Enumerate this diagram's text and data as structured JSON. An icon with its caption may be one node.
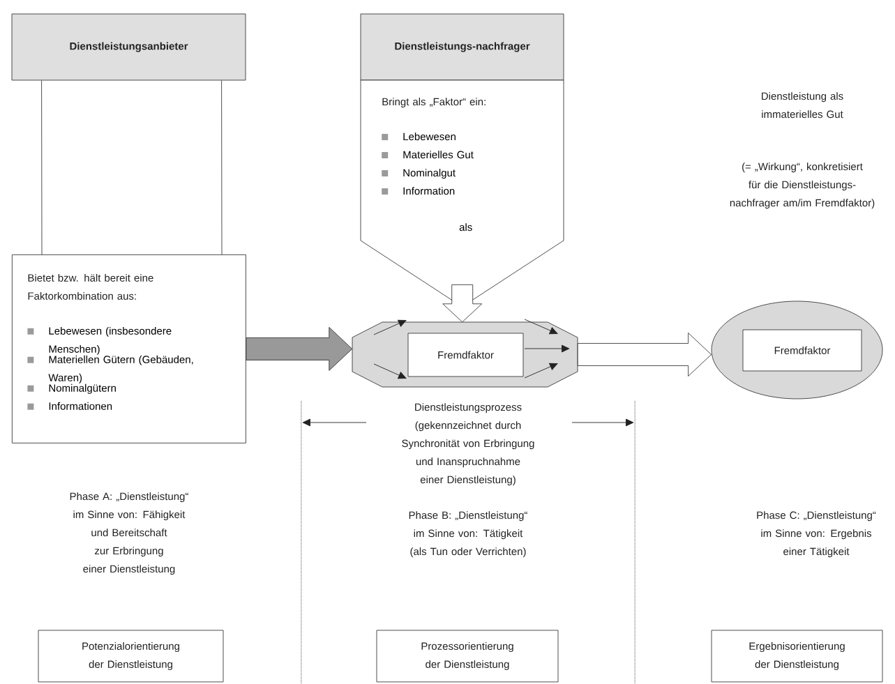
{
  "diagram": {
    "nodes": [
      {
        "text": [
          "Dienstleistungsanbieter"
        ]
      },
      {
        "text": [
          "Bietet bzw. hält bereit eine Faktorkombination aus:",
          "Lebewesen (insbesondere Menschen)",
          "Materiellen Gütern (Gebäuden, Waren)",
          "Nominalgütern",
          "Informationen"
        ]
      },
      {
        "text": [
          "Dienstleistungs-nachfrager"
        ]
      },
      {
        "text": [
          "Bringt als „Faktor“ ein:",
          "Lebewesen",
          "Materielles Gut",
          "Nominalgut",
          "Information",
          "als"
        ]
      },
      {
        "text": [],
        "shape": "octagon"
      },
      {
        "text": [
          "Fremdfaktor"
        ],
        "in": 4
      },
      {
        "text": [],
        "shape": "ellipse"
      },
      {
        "text": [
          "Fremdfaktor"
        ],
        "in": 6
      },
      {
        "text": [
          "Potenzialorientierung der Dienstleistung"
        ]
      },
      {
        "text": [
          "Prozessorientierung der Dienstleistung"
        ]
      },
      {
        "text": [
          "Ergebnisorientierung der Dienstleistung"
        ]
      }
    ],
    "edges": [
      {
        "from": 0,
        "to": 1,
        "arrow": "none"
      },
      {
        "from": 0,
        "to": 1,
        "arrow": "none"
      },
      {
        "from": 1,
        "to": 4,
        "arrow": "to",
        "color": "#999999"
      },
      {
        "from": 3,
        "to": 4,
        "arrow": "to"
      },
      {
        "from": 4,
        "to": 6,
        "arrow": "to"
      }
    ],
    "labels": [
      "Dienstleistung als immaterielles Gut",
      "(= „Wirkung“, konkretisiert für die Dienstleistungs-nachfrager am/im Fremdfaktor)",
      "Dienstleistungsprozess (gekennzeichnet durch Synchronität von Erbringung und Inanspruchnahme einer Dienstleistung)",
      "Phase A: „Dienstleistung“ im Sinne von: Fähigkeit und Bereitschaft zur Erbringung einer Dienstleistung",
      "Phase B: „Dienstleistung“ im Sinne von: Tätigkeit (als Tun oder Verrichten)",
      "Phase C: „Dienstleistung“ im Sinne von: Ergebnis einer Tätigkeit"
    ]
  }
}
